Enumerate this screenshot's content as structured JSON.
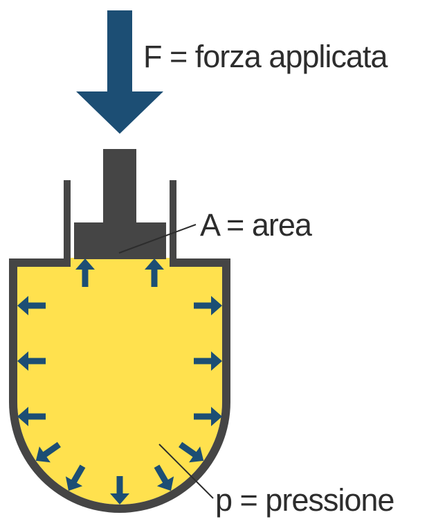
{
  "figure": {
    "labels": {
      "force": "F = forza applicata",
      "area": "A = area",
      "pressure": "p = pressione"
    }
  },
  "colors": {
    "arrow_blue": "#1c4e74",
    "fluid_yellow": "#ffe14e",
    "solid_gray": "#454545",
    "text": "#2d2d2d",
    "background": "#ffffff"
  }
}
